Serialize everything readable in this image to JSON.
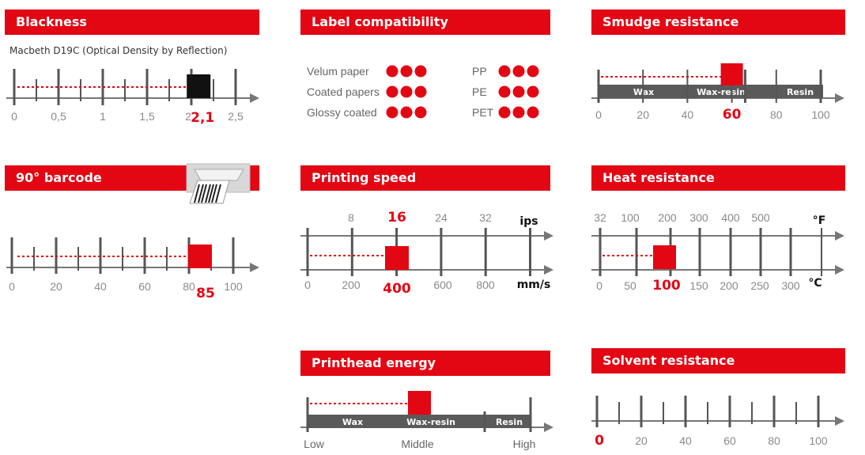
{
  "colors": {
    "accent": "#e30613",
    "axis": "#777777",
    "tick": "#555555",
    "band": "#5a5a5a"
  },
  "chart_data": [
    {
      "id": "blackness",
      "type": "scale",
      "title": "Blackness",
      "subtitle": "Macbeth D19C (Optical Density by Reflection)",
      "ticks": [
        "0",
        "0,5",
        "1",
        "1,5",
        "2",
        "2,5"
      ],
      "tick_values": [
        0,
        0.5,
        1,
        1.5,
        2,
        2.5
      ],
      "value": 2.1,
      "value_label": "2,1"
    },
    {
      "id": "label_compatibility",
      "type": "table",
      "title": "Label compatibility",
      "rows": [
        {
          "label": "Velum paper",
          "rating": 3
        },
        {
          "label": "Coated papers",
          "rating": 3
        },
        {
          "label": "Glossy coated",
          "rating": 3
        },
        {
          "label": "PP",
          "rating": 3
        },
        {
          "label": "PE",
          "rating": 3
        },
        {
          "label": "PET",
          "rating": 3
        }
      ]
    },
    {
      "id": "smudge_resistance",
      "type": "scale",
      "title": "Smudge resistance",
      "ticks": [
        "0",
        "20",
        "40",
        "60",
        "80",
        "100"
      ],
      "tick_values": [
        0,
        20,
        40,
        60,
        80,
        100
      ],
      "bands": [
        "Wax",
        "Wax-resin",
        "Resin"
      ],
      "value": 60,
      "value_label": "60"
    },
    {
      "id": "barcode_90",
      "type": "scale",
      "title": "90° barcode",
      "ticks": [
        "0",
        "20",
        "40",
        "60",
        "80",
        "100"
      ],
      "tick_values": [
        0,
        20,
        40,
        60,
        80,
        100
      ],
      "value": 85,
      "value_label": "85"
    },
    {
      "id": "printing_speed",
      "type": "scale",
      "title": "Printing speed",
      "top_ticks": [
        "8",
        "16",
        "24",
        "32"
      ],
      "top_unit": "ips",
      "bottom_ticks": [
        "0",
        "200",
        "400",
        "600",
        "800"
      ],
      "bottom_unit": "mm/s",
      "value": 400,
      "value_label_top": "16",
      "value_label_bottom": "400"
    },
    {
      "id": "heat_resistance",
      "type": "scale",
      "title": "Heat resistance",
      "top_ticks": [
        "32",
        "100",
        "200",
        "300",
        "400",
        "500"
      ],
      "top_unit": "°F",
      "bottom_ticks": [
        "0",
        "50",
        "100",
        "150",
        "200",
        "250",
        "300"
      ],
      "bottom_unit": "°C",
      "value": 100,
      "value_label": "100"
    },
    {
      "id": "printhead_energy",
      "type": "scale",
      "title": "Printhead energy",
      "ticks": [
        "Low",
        "Middle",
        "High"
      ],
      "bands": [
        "Wax",
        "Wax-resin",
        "Resin"
      ],
      "value": 50
    },
    {
      "id": "solvent_resistance",
      "type": "scale",
      "title": "Solvent resistance",
      "ticks": [
        "0",
        "20",
        "40",
        "60",
        "80",
        "100"
      ],
      "tick_values": [
        0,
        20,
        40,
        60,
        80,
        100
      ],
      "value": 0,
      "value_label": "0"
    }
  ]
}
